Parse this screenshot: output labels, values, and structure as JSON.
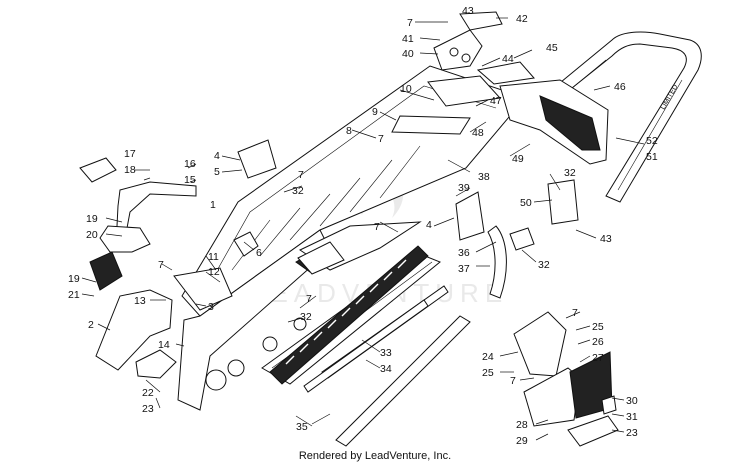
{
  "diagram": {
    "watermark": "LEADVENTURE",
    "callouts": [
      {
        "id": "c7a",
        "text": "7"
      },
      {
        "id": "c43a",
        "text": "43"
      },
      {
        "id": "c42",
        "text": "42"
      },
      {
        "id": "c41",
        "text": "41"
      },
      {
        "id": "c40",
        "text": "40"
      },
      {
        "id": "c44",
        "text": "44"
      },
      {
        "id": "c45",
        "text": "45"
      },
      {
        "id": "c46",
        "text": "46"
      },
      {
        "id": "c10",
        "text": "10"
      },
      {
        "id": "c47",
        "text": "47"
      },
      {
        "id": "c9",
        "text": "9"
      },
      {
        "id": "c8",
        "text": "8"
      },
      {
        "id": "c48",
        "text": "48"
      },
      {
        "id": "c49",
        "text": "49"
      },
      {
        "id": "c52",
        "text": "52"
      },
      {
        "id": "c51",
        "text": "51"
      },
      {
        "id": "c17",
        "text": "17"
      },
      {
        "id": "c18",
        "text": "18"
      },
      {
        "id": "c16",
        "text": "16"
      },
      {
        "id": "c15",
        "text": "15"
      },
      {
        "id": "c4a",
        "text": "4"
      },
      {
        "id": "c5",
        "text": "5"
      },
      {
        "id": "c7b",
        "text": "7"
      },
      {
        "id": "c7c",
        "text": "7"
      },
      {
        "id": "c32a",
        "text": "32"
      },
      {
        "id": "c38",
        "text": "38"
      },
      {
        "id": "c39",
        "text": "39"
      },
      {
        "id": "c32b",
        "text": "32"
      },
      {
        "id": "c50",
        "text": "50"
      },
      {
        "id": "c43b",
        "text": "43"
      },
      {
        "id": "c1",
        "text": "1"
      },
      {
        "id": "c19a",
        "text": "19"
      },
      {
        "id": "c20",
        "text": "20"
      },
      {
        "id": "c4b",
        "text": "4"
      },
      {
        "id": "c7d",
        "text": "7"
      },
      {
        "id": "c36",
        "text": "36"
      },
      {
        "id": "c37",
        "text": "37"
      },
      {
        "id": "c32c",
        "text": "32"
      },
      {
        "id": "c6",
        "text": "6"
      },
      {
        "id": "c7e",
        "text": "7"
      },
      {
        "id": "c11",
        "text": "11"
      },
      {
        "id": "c12",
        "text": "12"
      },
      {
        "id": "c13",
        "text": "13"
      },
      {
        "id": "c3",
        "text": "3"
      },
      {
        "id": "c19b",
        "text": "19"
      },
      {
        "id": "c21",
        "text": "21"
      },
      {
        "id": "c7f",
        "text": "7"
      },
      {
        "id": "c32d",
        "text": "32"
      },
      {
        "id": "c2",
        "text": "2"
      },
      {
        "id": "c14",
        "text": "14"
      },
      {
        "id": "c33",
        "text": "33"
      },
      {
        "id": "c34",
        "text": "34"
      },
      {
        "id": "c7g",
        "text": "7"
      },
      {
        "id": "c25a",
        "text": "25"
      },
      {
        "id": "c26",
        "text": "26"
      },
      {
        "id": "c27",
        "text": "27"
      },
      {
        "id": "c24",
        "text": "24"
      },
      {
        "id": "c25b",
        "text": "25"
      },
      {
        "id": "c7h",
        "text": "7"
      },
      {
        "id": "c22",
        "text": "22"
      },
      {
        "id": "c23a",
        "text": "23"
      },
      {
        "id": "c35",
        "text": "35"
      },
      {
        "id": "c28",
        "text": "28"
      },
      {
        "id": "c29",
        "text": "29"
      },
      {
        "id": "c30",
        "text": "30"
      },
      {
        "id": "c31",
        "text": "31"
      },
      {
        "id": "c23b",
        "text": "23"
      }
    ]
  },
  "footer": {
    "credit": "Rendered by LeadVenture, Inc."
  }
}
